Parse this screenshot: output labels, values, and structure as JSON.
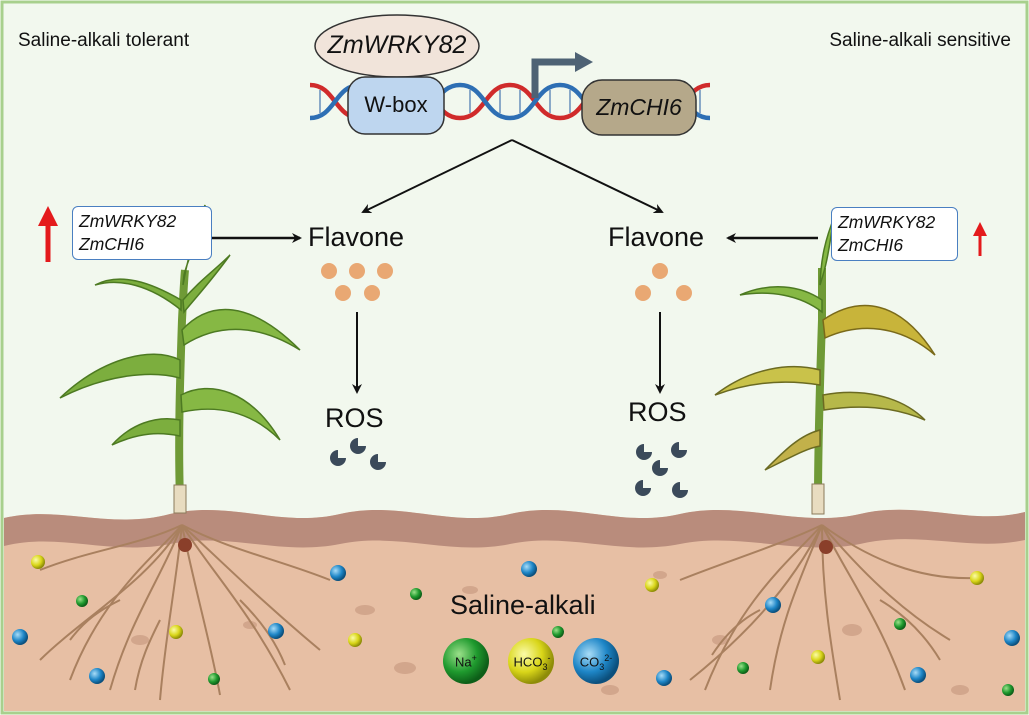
{
  "labels": {
    "tolerant": "Saline-alkali tolerant",
    "sensitive": "Saline-alkali sensitive",
    "tf": "ZmWRKY82",
    "wbox": "W-box",
    "target": "ZmCHI6",
    "flavone_left": "Flavone",
    "flavone_right": "Flavone",
    "ros_left": "ROS",
    "ros_right": "ROS",
    "soil": "Saline-alkali"
  },
  "gene_boxes": {
    "left": [
      "ZmWRKY82",
      "ZmCHI6"
    ],
    "right": [
      "ZmWRKY82",
      "ZmCHI6"
    ]
  },
  "ions": [
    {
      "label": "Na",
      "sup": "+",
      "sub": "",
      "color": "#1f9a2e"
    },
    {
      "label": "HCO",
      "sup": "-",
      "sub": "3",
      "color": "#d9d619"
    },
    {
      "label": "CO",
      "sup": "2-",
      "sub": "3",
      "color": "#1e86c7"
    }
  ],
  "colors": {
    "frame": "#a8d08d",
    "background": "#f2f8ee",
    "soil": "#e7bfa4",
    "soil_top": "#b98c7c",
    "flavone": "#e9a873",
    "ros": "#3b4a5a",
    "arrow_up": "#e41a1c",
    "tf_oval": "#f1e4da",
    "wbox": "#bed6ef",
    "target": "#b5a88a"
  }
}
